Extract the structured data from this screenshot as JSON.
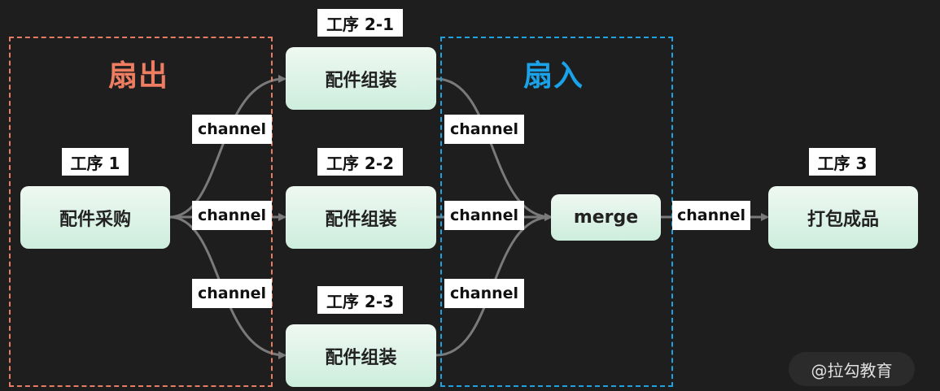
{
  "regions": {
    "fan_out": {
      "title": "扇出",
      "color": "#e67c62"
    },
    "fan_in": {
      "title": "扇入",
      "color": "#1fa3e0"
    }
  },
  "stages": {
    "stage1": "工序 1",
    "stage2_1": "工序 2-1",
    "stage2_2": "工序 2-2",
    "stage2_3": "工序 2-3",
    "stage3": "工序 3"
  },
  "nodes": {
    "procure": "配件采购",
    "assemble_1": "配件组装",
    "assemble_2": "配件组装",
    "assemble_3": "配件组装",
    "merge": "merge",
    "package": "打包成品"
  },
  "channels": {
    "out_top": "channel",
    "out_mid": "channel",
    "out_bot": "channel",
    "in_top": "channel",
    "in_mid": "channel",
    "in_bot": "channel",
    "final": "channel"
  },
  "watermark": "@拉勾教育",
  "colors": {
    "background": "#1e1e1e",
    "node_fill": "#d6f1e2",
    "arrow": "#7a7a7a"
  }
}
